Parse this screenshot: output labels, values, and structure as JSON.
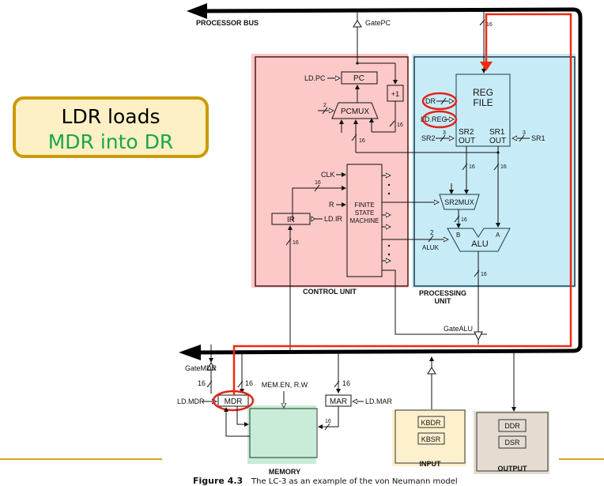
{
  "callout": {
    "line1": "LDR loads",
    "line2": "MDR into DR",
    "line2_color": "#1aa64a",
    "border_color": "#cc9a06",
    "bg_color": "#fdf0c4"
  },
  "diagram": {
    "bus_label": "PROCESSOR BUS",
    "gate_pc": "GatePC",
    "gate_alu": "GateALU",
    "gate_mdr": "GateMDR",
    "control_unit": {
      "label": "CONTROL UNIT",
      "pc": "PC",
      "ld_pc": "LD.PC",
      "plus_one": "+1",
      "pcmux": "PCMUX",
      "pcmux_sel": "2",
      "clk": "CLK",
      "r": "R",
      "fsm_line1": "FINITE",
      "fsm_line2": "STATE",
      "fsm_line3": "MACHINE",
      "ir": "IR",
      "ld_ir": "LD.IR"
    },
    "processing_unit": {
      "label_line1": "PROCESSING",
      "label_line2": "UNIT",
      "reg_file_line1": "REG",
      "reg_file_line2": "FILE",
      "dr": "DR",
      "ld_reg": "LD.REG",
      "sr2": "SR2",
      "sr1": "SR1",
      "sr2_out_line1": "SR2",
      "sr2_out_line2": "OUT",
      "sr1_out_line1": "SR1",
      "sr1_out_line2": "OUT",
      "sr2mux": "SR2MUX",
      "alu": "ALU",
      "aluk": "ALUK",
      "aluk_width": "2",
      "alu_a": "A",
      "alu_b": "B",
      "sel_width": "3"
    },
    "memory": {
      "label": "MEMORY",
      "mdr": "MDR",
      "mar": "MAR",
      "ld_mdr": "LD.MDR",
      "ld_mar": "LD.MAR",
      "mem_en": "MEM.EN, R.W"
    },
    "input": {
      "label": "INPUT",
      "kbdr": "KBDR",
      "kbsr": "KBSR"
    },
    "output": {
      "label": "OUTPUT",
      "ddr": "DDR",
      "dsr": "DSR"
    },
    "bus_width": "16",
    "highlight_color": "#ee2a10"
  },
  "caption": {
    "figure": "Figure 4.3",
    "text": "The LC-3 as an example of the von Neumann model"
  },
  "accent_rule_color": "#d9a418"
}
